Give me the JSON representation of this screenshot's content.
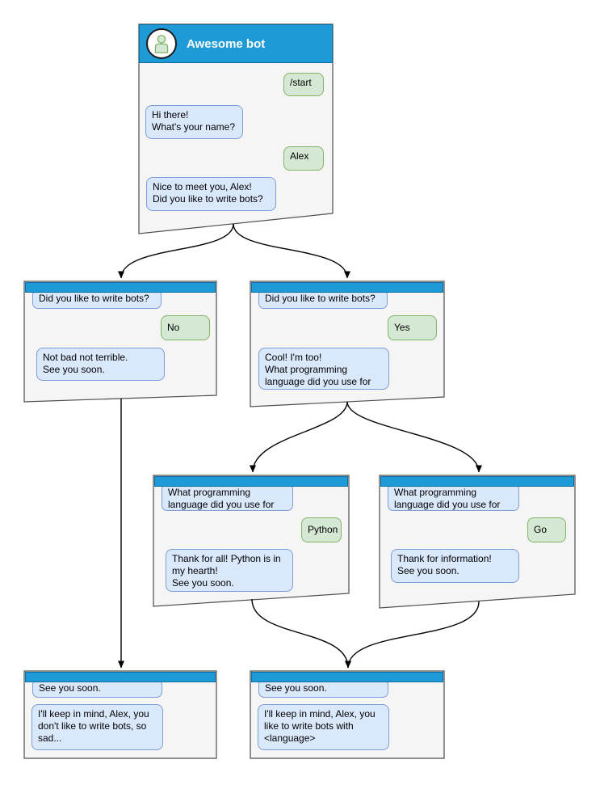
{
  "colors": {
    "header_blue": "#1e9bd7",
    "header_border": "#0d6ea6",
    "window_fill": "#f5f5f5",
    "window_border": "#4d4d4d",
    "bot_bubble_fill": "#dae8fc",
    "bot_bubble_border": "#7e9cd9",
    "user_bubble_fill": "#d5e8d4",
    "user_bubble_border": "#82b366",
    "arrow": "#000000"
  },
  "icons": {
    "avatar": "person-icon"
  },
  "main_window": {
    "title": "Awesome bot",
    "messages": {
      "start": "/start",
      "greeting": "Hi there!\nWhat's your name?",
      "name": "Alex",
      "nice": "Nice to meet you, Alex!\nDid you like to write bots?"
    }
  },
  "no_branch": {
    "question": "Did you like to write bots?",
    "answer": "No",
    "reply": "Not bad not terrible.\nSee you soon."
  },
  "yes_branch": {
    "question": "Did you like to write bots?",
    "answer": "Yes",
    "reply": "Cool! I'm too!\nWhat programming\nlanguage did you use for it?"
  },
  "python_branch": {
    "question": "What programming\nlanguage did you use for it?",
    "answer": "Python",
    "reply": "Thank for all! Python is in\nmy hearth!\nSee you soon."
  },
  "go_branch": {
    "question": "What programming\nlanguage did you use for it?",
    "answer": "Go",
    "reply": "Thank for information!\nSee you soon."
  },
  "end_no": {
    "question": "See you soon.",
    "reply": "I'll keep in mind, Alex, you\ndon't like to write bots, so\nsad..."
  },
  "end_yes": {
    "question": "See you soon.",
    "reply": "I'll keep in mind, Alex, you\nlike to write bots with\n<language>"
  }
}
